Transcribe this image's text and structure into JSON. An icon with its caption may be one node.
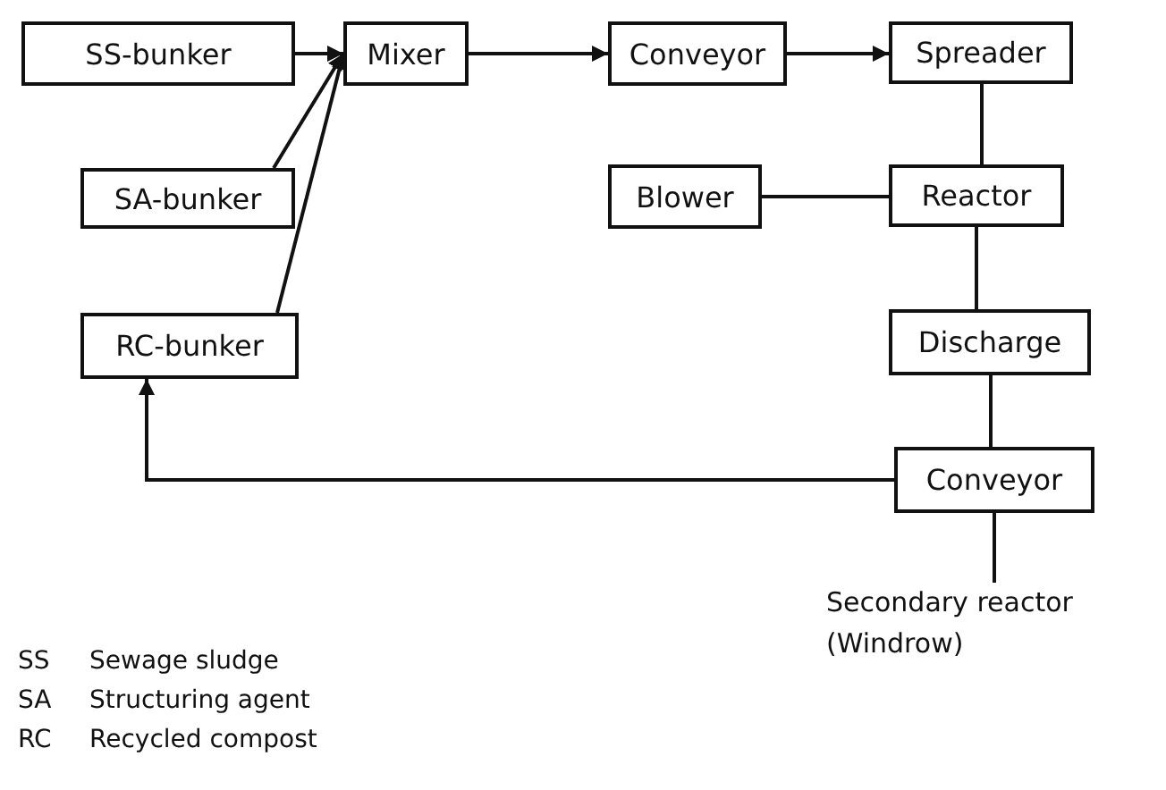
{
  "diagram": {
    "nodes": [
      {
        "text": [
          "SS-bunker"
        ]
      },
      {
        "text": [
          "Mixer"
        ]
      },
      {
        "text": [
          "Conveyor"
        ]
      },
      {
        "text": [
          "Spreader"
        ]
      },
      {
        "text": [
          "SA-bunker"
        ]
      },
      {
        "text": [
          "Blower"
        ]
      },
      {
        "text": [
          "Reactor"
        ]
      },
      {
        "text": [
          "RC-bunker"
        ]
      },
      {
        "text": [
          "Discharge"
        ]
      },
      {
        "text": [
          "Conveyor"
        ]
      },
      {
        "text": [
          "Secondary reactor (Windrow)"
        ]
      }
    ],
    "edges": [
      {
        "from": 0,
        "to": 1,
        "arrow": "to"
      },
      {
        "from": 4,
        "to": 1,
        "arrow": "to"
      },
      {
        "from": 7,
        "to": 1,
        "arrow": "to"
      },
      {
        "from": 1,
        "to": 2,
        "arrow": "to"
      },
      {
        "from": 2,
        "to": 3,
        "arrow": "to"
      },
      {
        "from": 3,
        "to": 6,
        "arrow": "none"
      },
      {
        "from": 5,
        "to": 6,
        "arrow": "none"
      },
      {
        "from": 6,
        "to": 8,
        "arrow": "none"
      },
      {
        "from": 8,
        "to": 9,
        "arrow": "none"
      },
      {
        "from": 9,
        "to": 7,
        "arrow": "to"
      },
      {
        "from": 9,
        "to": 10,
        "arrow": "none"
      }
    ],
    "labels": [
      "SS",
      "Sewage sludge",
      "SA",
      "Structuring agent",
      "RC",
      "Recycled compost"
    ]
  }
}
